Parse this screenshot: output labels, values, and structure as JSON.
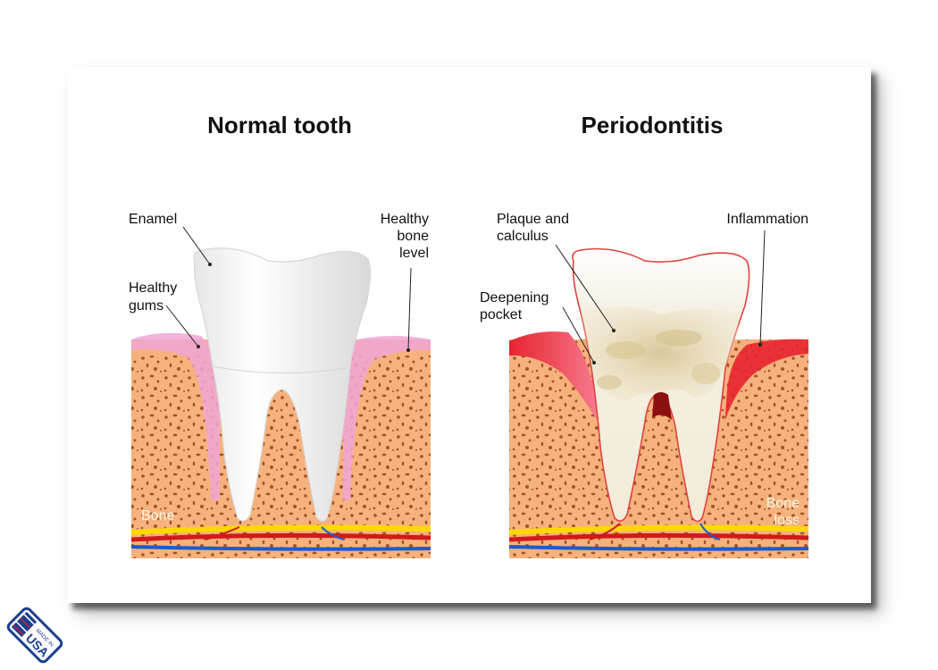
{
  "left_panel": {
    "title": "Normal tooth",
    "labels": {
      "enamel": "Enamel",
      "healthy_gums": [
        "Healthy",
        "gums"
      ],
      "healthy_bone_level": [
        "Healthy",
        "bone",
        "level"
      ],
      "bone": "Bone"
    }
  },
  "right_panel": {
    "title": "Periodontitis",
    "labels": {
      "plaque_and_calculus": [
        "Plaque and",
        "calculus"
      ],
      "inflammation": "Inflammation",
      "deepening_pocket": [
        "Deepening",
        "pocket"
      ],
      "bone_loss": [
        "Bone",
        "loss"
      ]
    }
  },
  "badge": {
    "lines": [
      "MADE IN",
      "USA"
    ],
    "colors": {
      "blue": "#1b3f8f",
      "red": "#c8202f"
    }
  },
  "colors": {
    "bone": "#f6b27c",
    "bone_dots": "#a4532a",
    "gum_healthy": "#f0a6d6",
    "gum_inflamed": "#e8232f",
    "nerve_red": "#d11a1a",
    "nerve_blue": "#1a5bd1",
    "nerve_yellow": "#ffd800"
  }
}
